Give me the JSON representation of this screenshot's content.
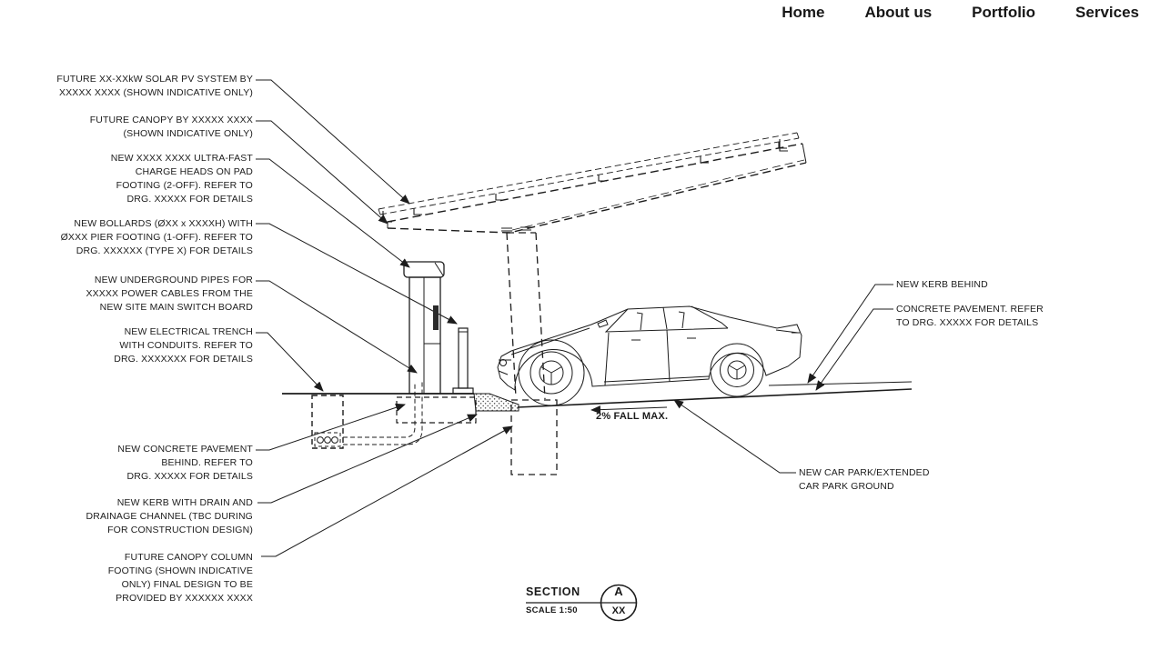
{
  "nav": {
    "items": [
      {
        "label": "Home"
      },
      {
        "label": "About us"
      },
      {
        "label": "Portfolio"
      },
      {
        "label": "Services"
      }
    ]
  },
  "annotations": {
    "left": [
      {
        "lines": [
          "FUTURE XX-XXkW SOLAR PV SYSTEM BY",
          "XXXXX XXXX (SHOWN INDICATIVE ONLY)"
        ]
      },
      {
        "lines": [
          "FUTURE CANOPY BY XXXXX XXXX",
          "(SHOWN INDICATIVE ONLY)"
        ]
      },
      {
        "lines": [
          "NEW XXXX XXXX ULTRA-FAST",
          "CHARGE HEADS ON PAD",
          "FOOTING (2-OFF). REFER TO",
          "DRG. XXXXX FOR DETAILS"
        ]
      },
      {
        "lines": [
          "NEW BOLLARDS (ØXX x XXXXH) WITH",
          "ØXXX PIER FOOTING (1-OFF). REFER TO",
          "DRG. XXXXXX (TYPE X) FOR DETAILS"
        ]
      },
      {
        "lines": [
          "NEW UNDERGROUND PIPES FOR",
          "XXXXX POWER CABLES FROM THE",
          "NEW SITE MAIN SWITCH BOARD"
        ]
      },
      {
        "lines": [
          "NEW ELECTRICAL TRENCH",
          "WITH CONDUITS. REFER TO",
          "DRG. XXXXXXX FOR DETAILS"
        ]
      },
      {
        "lines": [
          "NEW CONCRETE PAVEMENT",
          "BEHIND. REFER TO",
          "DRG. XXXXX FOR DETAILS"
        ]
      },
      {
        "lines": [
          "NEW KERB WITH DRAIN AND",
          "DRAINAGE CHANNEL (TBC DURING",
          "FOR CONSTRUCTION DESIGN)"
        ]
      },
      {
        "lines": [
          "FUTURE CANOPY COLUMN",
          "FOOTING (SHOWN INDICATIVE",
          "ONLY) FINAL DESIGN TO BE",
          "PROVIDED BY XXXXXX XXXX"
        ]
      }
    ],
    "right": [
      {
        "lines": [
          "NEW KERB BEHIND"
        ]
      },
      {
        "lines": [
          "CONCRETE PAVEMENT. REFER",
          "TO DRG. XXXXX FOR DETAILS"
        ]
      },
      {
        "lines": [
          "NEW CAR PARK/EXTENDED",
          "CAR PARK GROUND"
        ]
      }
    ],
    "slope_note": "2% FALL MAX."
  },
  "section_marker": {
    "title": "SECTION",
    "scale": "SCALE 1:50",
    "bubble_letter": "A",
    "bubble_number": "XX"
  },
  "colors": {
    "line": "#1c1c1c",
    "text": "#1c1c1c",
    "nav_text": "#171717"
  }
}
